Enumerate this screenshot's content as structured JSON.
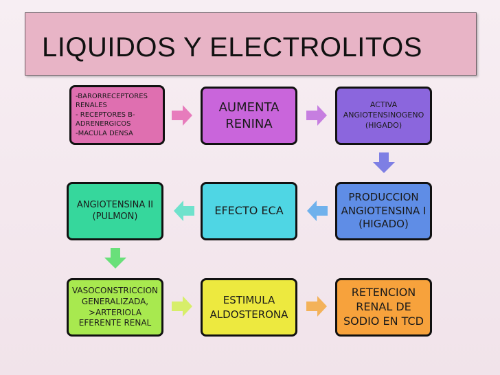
{
  "title": "LIQUIDOS Y ELECTROLITOS",
  "nodes": {
    "receptores": {
      "lines": [
        "-BARORRECEPTORES RENALES",
        "- RECEPTORES B-ADRENERGICOS",
        "-MACULA DENSA"
      ],
      "color": "#df6fb0"
    },
    "aumenta_renina": {
      "text": "AUMENTA RENINA",
      "color": "#c965db"
    },
    "activa": {
      "text": "ACTIVA ANGIOTENSINOGENO (HIGADO)",
      "color": "#8b66dd"
    },
    "produccion": {
      "text": "PRODUCCION ANGIOTENSINA I (HIGADO)",
      "color": "#5f8de6"
    },
    "efecto_eca": {
      "text": "EFECTO ECA",
      "color": "#4fd6e4"
    },
    "angiotensina2": {
      "text": "ANGIOTENSINA II (PULMON)",
      "color": "#36d79c"
    },
    "vasoconstriccion": {
      "text": "VASOCONSTRICCION GENERALIZADA, >ARTERIOLA EFERENTE RENAL",
      "color": "#a8e94f"
    },
    "aldosterona": {
      "text": "ESTIMULA ALDOSTERONA",
      "color": "#ede93f"
    },
    "retencion": {
      "text": "RETENCION RENAL DE SODIO EN TCD",
      "color": "#f7a23c"
    }
  },
  "arrow_colors": {
    "receptores_to_renina": "#e77cbc",
    "renina_to_activa": "#c67ee0",
    "activa_to_produccion": "#7e7fe4",
    "produccion_to_eca": "#6fb1ec",
    "eca_to_angiotensina2": "#6fe2cc",
    "angiotensina2_to_vaso": "#69e07a",
    "vaso_to_aldosterona": "#d7ee6a",
    "aldosterona_to_retencion": "#f3b25a"
  }
}
